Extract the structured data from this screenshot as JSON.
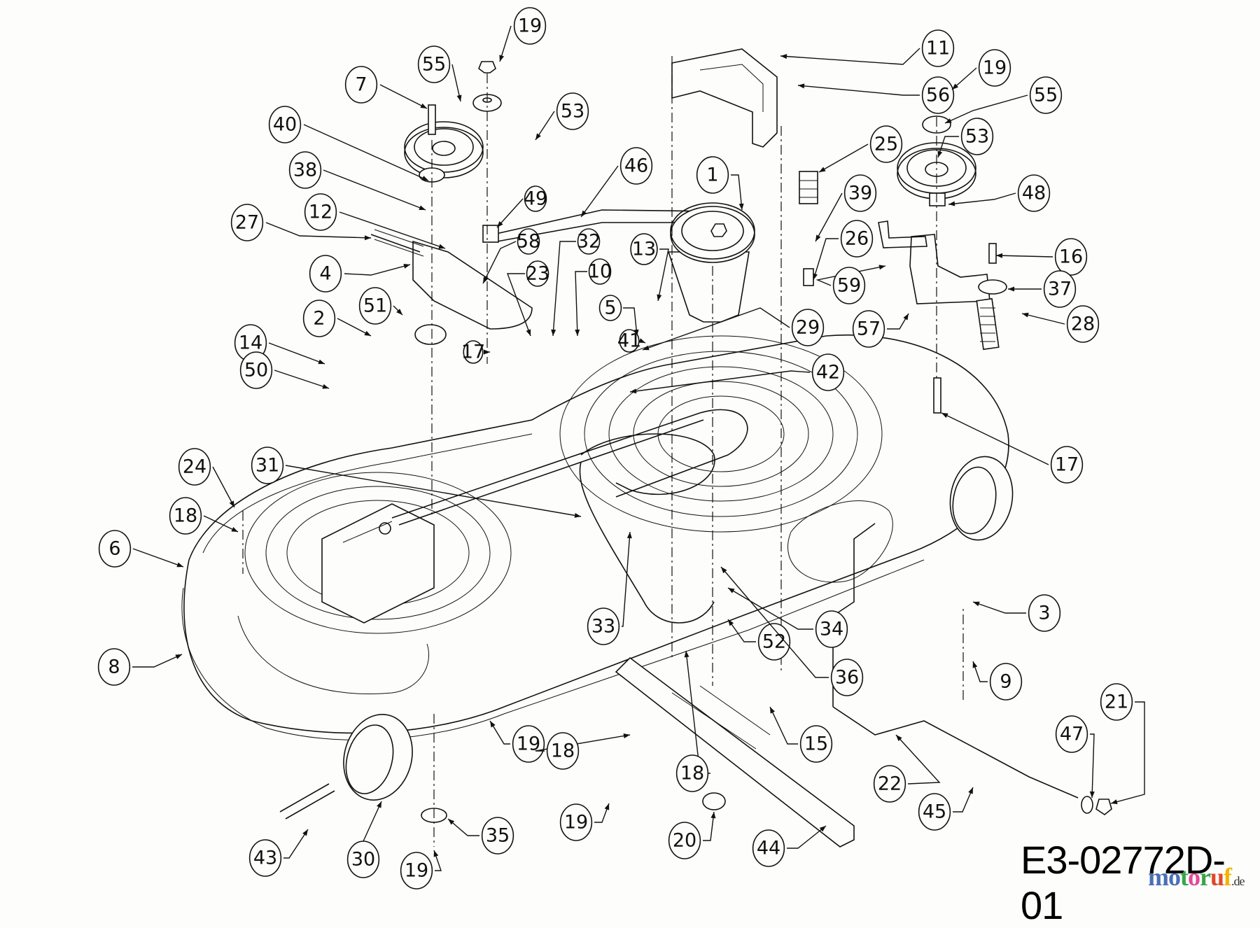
{
  "diagram": {
    "title": "Mower deck exploded parts diagram",
    "drawing_code": "E3-02772D-01",
    "watermark": {
      "letters": [
        {
          "char": "m",
          "color": "#4a6fb5"
        },
        {
          "char": "o",
          "color": "#4a6fb5"
        },
        {
          "char": "t",
          "color": "#3aa54a"
        },
        {
          "char": "o",
          "color": "#e04a9a"
        },
        {
          "char": "r",
          "color": "#3aa54a"
        },
        {
          "char": "u",
          "color": "#e0472c"
        },
        {
          "char": "f",
          "color": "#f0b400"
        }
      ],
      "suffix": ".de"
    },
    "callouts": [
      {
        "label": "19"
      },
      {
        "label": "55"
      },
      {
        "label": "7"
      },
      {
        "label": "53"
      },
      {
        "label": "40"
      },
      {
        "label": "38"
      },
      {
        "label": "46"
      },
      {
        "label": "49"
      },
      {
        "label": "12"
      },
      {
        "label": "27"
      },
      {
        "label": "58"
      },
      {
        "label": "32"
      },
      {
        "label": "4"
      },
      {
        "label": "23"
      },
      {
        "label": "10"
      },
      {
        "label": "13"
      },
      {
        "label": "51"
      },
      {
        "label": "2"
      },
      {
        "label": "14"
      },
      {
        "label": "5"
      },
      {
        "label": "17"
      },
      {
        "label": "41"
      },
      {
        "label": "50"
      },
      {
        "label": "1"
      },
      {
        "label": "11"
      },
      {
        "label": "56"
      },
      {
        "label": "25"
      },
      {
        "label": "39"
      },
      {
        "label": "26"
      },
      {
        "label": "29"
      },
      {
        "label": "59"
      },
      {
        "label": "19"
      },
      {
        "label": "55"
      },
      {
        "label": "53"
      },
      {
        "label": "48"
      },
      {
        "label": "16"
      },
      {
        "label": "37"
      },
      {
        "label": "57"
      },
      {
        "label": "28"
      },
      {
        "label": "42"
      },
      {
        "label": "17"
      },
      {
        "label": "24"
      },
      {
        "label": "31"
      },
      {
        "label": "18"
      },
      {
        "label": "6"
      },
      {
        "label": "8"
      },
      {
        "label": "33"
      },
      {
        "label": "52"
      },
      {
        "label": "34"
      },
      {
        "label": "36"
      },
      {
        "label": "3"
      },
      {
        "label": "9"
      },
      {
        "label": "21"
      },
      {
        "label": "19"
      },
      {
        "label": "18"
      },
      {
        "label": "15"
      },
      {
        "label": "47"
      },
      {
        "label": "18"
      },
      {
        "label": "22"
      },
      {
        "label": "19"
      },
      {
        "label": "35"
      },
      {
        "label": "20"
      },
      {
        "label": "44"
      },
      {
        "label": "45"
      },
      {
        "label": "43"
      },
      {
        "label": "30"
      },
      {
        "label": "19"
      }
    ]
  }
}
